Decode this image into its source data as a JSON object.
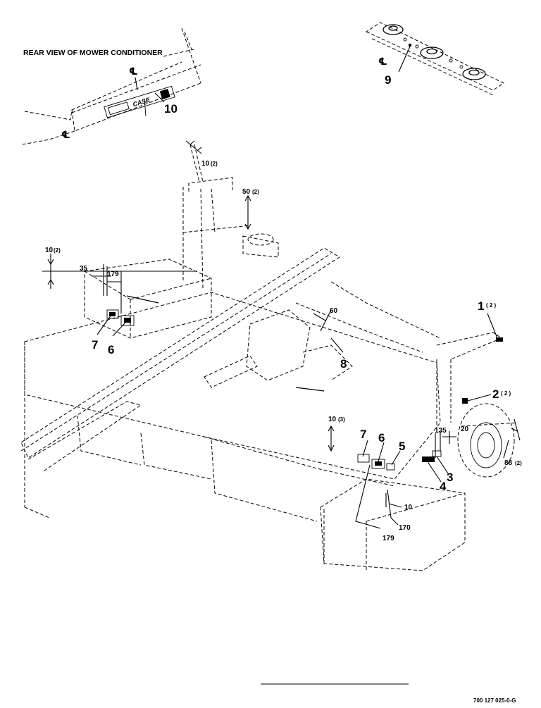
{
  "titles": {
    "rear_view": "REAR VIEW OF MOWER CONDITIONER",
    "decal_brand": "CASE",
    "drawing_number": "700 127 025-0-G"
  },
  "centerline_symbol": "℄",
  "callouts": [
    {
      "id": "c1",
      "number": "1",
      "qty": "( 2 )"
    },
    {
      "id": "c2",
      "number": "2",
      "qty": "( 2 )"
    },
    {
      "id": "c3",
      "number": "3",
      "qty": ""
    },
    {
      "id": "c4",
      "number": "4",
      "qty": ""
    },
    {
      "id": "c5",
      "number": "5",
      "qty": ""
    },
    {
      "id": "c6a",
      "number": "6",
      "qty": ""
    },
    {
      "id": "c6b",
      "number": "6",
      "qty": ""
    },
    {
      "id": "c7a",
      "number": "7",
      "qty": ""
    },
    {
      "id": "c7b",
      "number": "7",
      "qty": ""
    },
    {
      "id": "c8",
      "number": "8",
      "qty": ""
    },
    {
      "id": "c9",
      "number": "9",
      "qty": ""
    },
    {
      "id": "c10",
      "number": "10",
      "qty": ""
    }
  ],
  "dimensions": {
    "d10_top": "10",
    "d10_top_qty": "(2)",
    "d50": "50",
    "d50_qty": "(2)",
    "d10_left": "10",
    "d10_left_qty": "(2)",
    "d35": "35",
    "d179_top": "179",
    "d60": "60",
    "d10_mid": "10",
    "d10_mid_qty": "(3)",
    "d135": "135",
    "d20": "20",
    "d88": "88",
    "d88_qty": "(2)",
    "d10_low": "10",
    "d170": "170",
    "d179_low": "179"
  }
}
